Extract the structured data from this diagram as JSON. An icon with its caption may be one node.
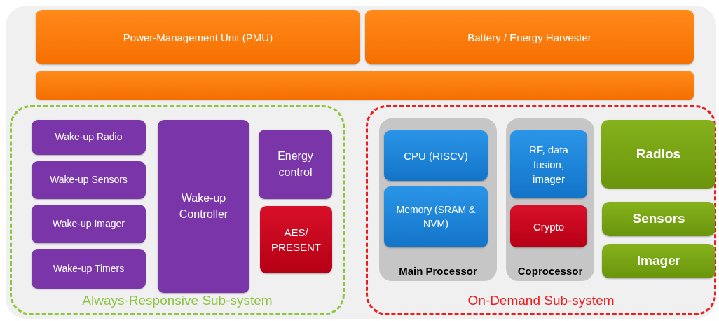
{
  "diagram": {
    "nodes": [
      {
        "text": [
          "Power-Management Unit (PMU)"
        ]
      },
      {
        "text": [
          "Battery / Energy Harvester"
        ]
      },
      {
        "text": [],
        "shape": "bar"
      },
      {
        "text": [
          "Always-Responsive Sub-system"
        ]
      },
      {
        "text": [
          "Wake-up Radio"
        ],
        "in": 3
      },
      {
        "text": [
          "Wake-up Sensors"
        ],
        "in": 3
      },
      {
        "text": [
          "Wake-up Imager"
        ],
        "in": 3
      },
      {
        "text": [
          "Wake-up Timers"
        ],
        "in": 3
      },
      {
        "text": [
          "Wake-up Controller"
        ],
        "in": 3
      },
      {
        "text": [
          "Energy control"
        ],
        "in": 3
      },
      {
        "text": [
          "AES/ PRESENT"
        ],
        "in": 3
      },
      {
        "text": [
          "On-Demand Sub-system"
        ]
      },
      {
        "text": [
          "Main Processor"
        ],
        "in": 11
      },
      {
        "text": [
          "CPU (RISCV)"
        ],
        "in": 12
      },
      {
        "text": [
          "Memory (SRAM & NVM)"
        ],
        "in": 12
      },
      {
        "text": [
          "Coprocessor"
        ],
        "in": 11
      },
      {
        "text": [
          "RF, data fusion, imager"
        ],
        "in": 15
      },
      {
        "text": [
          "Crypto"
        ],
        "in": 15
      },
      {
        "text": [
          "Radios"
        ],
        "in": 11
      },
      {
        "text": [
          "Sensors"
        ],
        "in": 11
      },
      {
        "text": [
          "Imager"
        ],
        "in": 11
      }
    ]
  }
}
